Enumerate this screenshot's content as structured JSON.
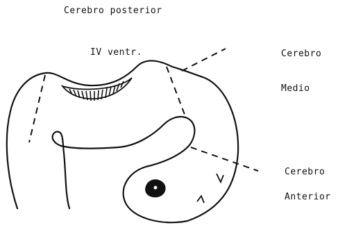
{
  "labels": {
    "posterior": "Cerebro posterior",
    "iv_ventricle": "IV ventr.",
    "medio_line1": "Cerebro",
    "medio_line2": "Medio",
    "anterior_line1": "Cerebro",
    "anterior_line2": "Anterior"
  },
  "colors": {
    "ink": "#111111",
    "paper": "#ffffff"
  }
}
